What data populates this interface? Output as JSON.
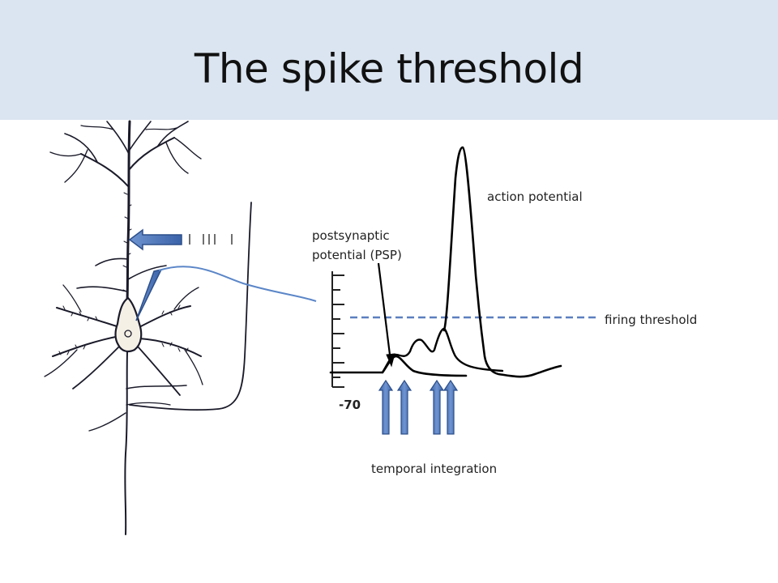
{
  "slide": {
    "title": "The spike threshold"
  },
  "labels": {
    "action_potential": "action potential",
    "psp_line1": "postsynaptic",
    "psp_line2": "potential (PSP)",
    "firing_threshold": "firing threshold",
    "temporal_integration": "temporal integration",
    "voltage_tick": "-70"
  },
  "colors": {
    "title_band": "#dbe5f1",
    "arrow_fill": "#4f75b5",
    "arrow_stroke": "#2c4f8a",
    "threshold_line": "#5b7fbf",
    "electrode_line": "#5b86c8",
    "trace": "#000000"
  },
  "input_spikes": {
    "count": 5
  }
}
